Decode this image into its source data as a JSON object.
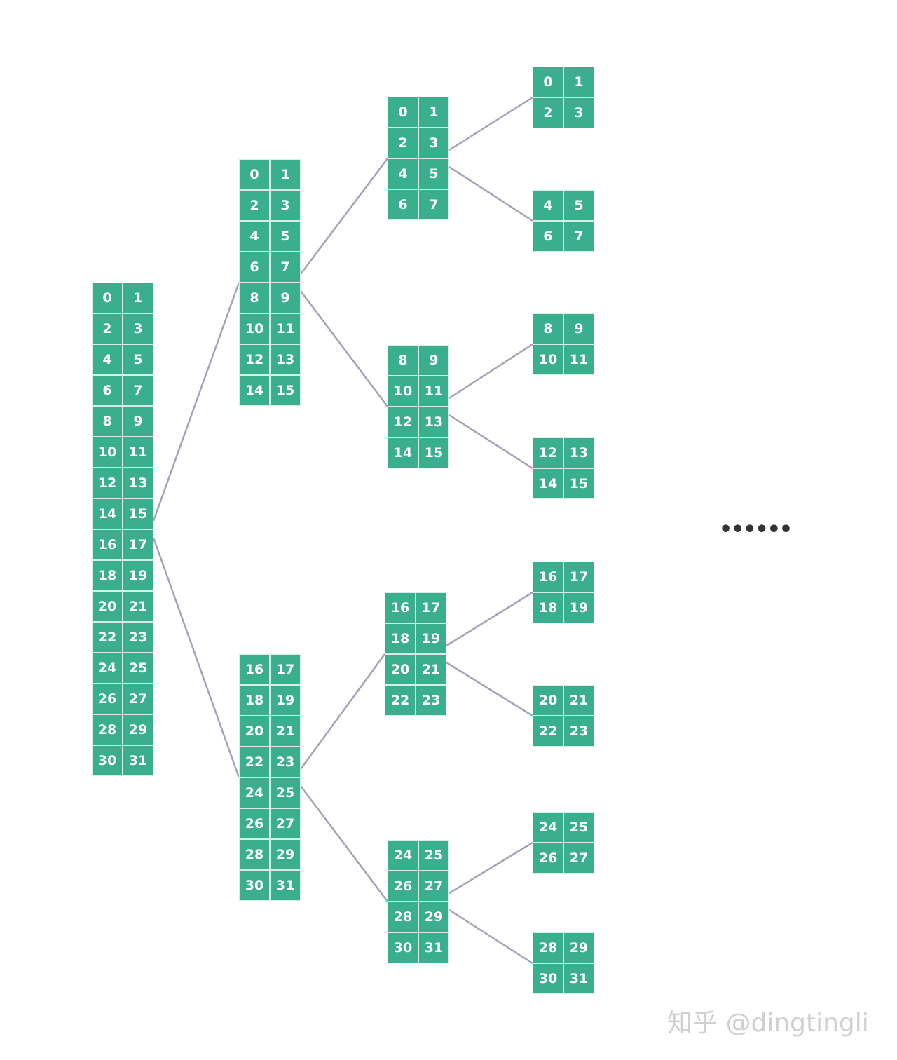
{
  "diagram": {
    "blocks": [
      {
        "id": "L0",
        "values": [
          0,
          1,
          2,
          3,
          4,
          5,
          6,
          7,
          8,
          9,
          10,
          11,
          12,
          13,
          14,
          15,
          16,
          17,
          18,
          19,
          20,
          21,
          22,
          23,
          24,
          25,
          26,
          27,
          28,
          29,
          30,
          31
        ]
      },
      {
        "id": "L1a",
        "values": [
          0,
          1,
          2,
          3,
          4,
          5,
          6,
          7,
          8,
          9,
          10,
          11,
          12,
          13,
          14,
          15
        ]
      },
      {
        "id": "L1b",
        "values": [
          16,
          17,
          18,
          19,
          20,
          21,
          22,
          23,
          24,
          25,
          26,
          27,
          28,
          29,
          30,
          31
        ]
      },
      {
        "id": "L2a",
        "values": [
          0,
          1,
          2,
          3,
          4,
          5,
          6,
          7
        ]
      },
      {
        "id": "L2b",
        "values": [
          8,
          9,
          10,
          11,
          12,
          13,
          14,
          15
        ]
      },
      {
        "id": "L2c",
        "values": [
          16,
          17,
          18,
          19,
          20,
          21,
          22,
          23
        ]
      },
      {
        "id": "L2d",
        "values": [
          24,
          25,
          26,
          27,
          28,
          29,
          30,
          31
        ]
      },
      {
        "id": "L3a",
        "values": [
          0,
          1,
          2,
          3
        ]
      },
      {
        "id": "L3b",
        "values": [
          4,
          5,
          6,
          7
        ]
      },
      {
        "id": "L3c",
        "values": [
          8,
          9,
          10,
          11
        ]
      },
      {
        "id": "L3d",
        "values": [
          12,
          13,
          14,
          15
        ]
      },
      {
        "id": "L3e",
        "values": [
          16,
          17,
          18,
          19
        ]
      },
      {
        "id": "L3f",
        "values": [
          20,
          21,
          22,
          23
        ]
      },
      {
        "id": "L3g",
        "values": [
          24,
          25,
          26,
          27
        ]
      },
      {
        "id": "L3h",
        "values": [
          28,
          29,
          30,
          31
        ]
      }
    ],
    "edges": [
      [
        "L0",
        "L1a"
      ],
      [
        "L0",
        "L1b"
      ],
      [
        "L1a",
        "L2a"
      ],
      [
        "L1a",
        "L2b"
      ],
      [
        "L1b",
        "L2c"
      ],
      [
        "L1b",
        "L2d"
      ],
      [
        "L2a",
        "L3a"
      ],
      [
        "L2a",
        "L3b"
      ],
      [
        "L2b",
        "L3c"
      ],
      [
        "L2b",
        "L3d"
      ],
      [
        "L2c",
        "L3e"
      ],
      [
        "L2c",
        "L3f"
      ],
      [
        "L2d",
        "L3g"
      ],
      [
        "L2d",
        "L3h"
      ]
    ],
    "continuation": "••••••"
  },
  "watermark": "知乎 @dingtingli",
  "colors": {
    "cell": "#3aaf8e",
    "cell_text": "#ffffff",
    "edge": "#a5a1b8"
  }
}
